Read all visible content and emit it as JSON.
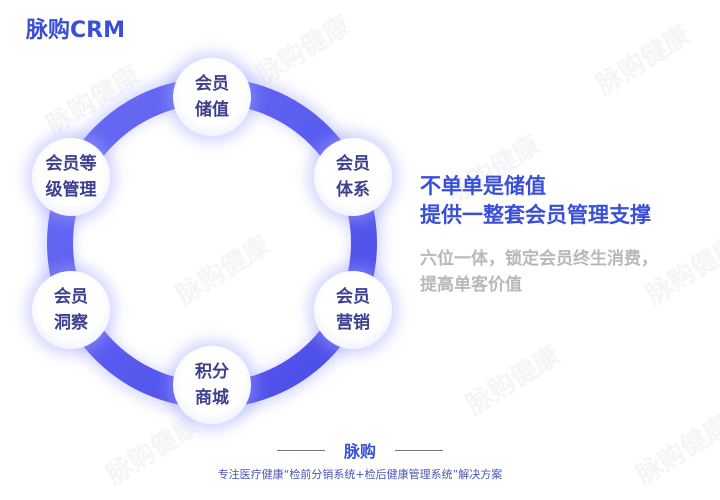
{
  "brand": {
    "logo": "脉购CRM"
  },
  "diagram": {
    "ring_color_start": "#6a6cf5",
    "ring_color_end": "#4a4ce8",
    "nodes": [
      {
        "line1": "会员",
        "line2": "储值"
      },
      {
        "line1": "会员",
        "line2": "体系"
      },
      {
        "line1": "会员",
        "line2": "营销"
      },
      {
        "line1": "积分",
        "line2": "商城"
      },
      {
        "line1": "会员",
        "line2": "洞察"
      },
      {
        "line1": "会员等",
        "line2": "级管理"
      }
    ]
  },
  "headline": {
    "line1": "不单单是储值",
    "line2": "提供一整套会员管理支撑"
  },
  "subtext": {
    "line1": "六位一体，锁定会员终生消费，",
    "line2": "提高单客价值"
  },
  "footer": {
    "brand": "脉购",
    "tagline": "专注医疗健康“检前分销系统+检后健康管理系统”解决方案"
  },
  "watermark": "脉购健康"
}
